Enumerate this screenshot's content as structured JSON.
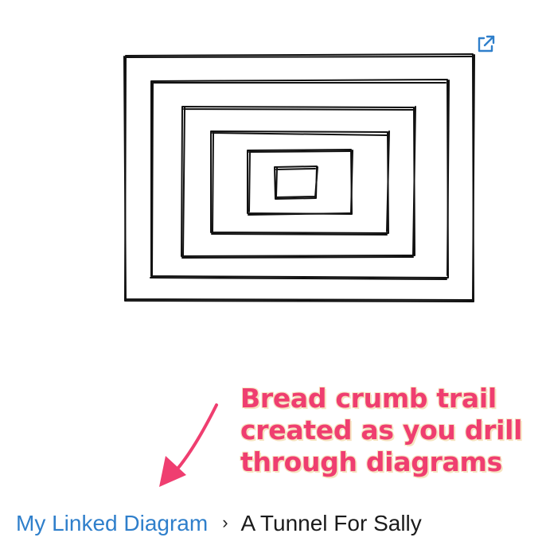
{
  "diagram": {
    "open_link_icon": "external-link-icon",
    "stroke_color": "#111111"
  },
  "callout": {
    "lines": [
      "Bread crumb trail",
      "created as you drill",
      "through diagrams"
    ],
    "color": "#ef3e70",
    "arrow_icon": "arrow-down-left-icon"
  },
  "breadcrumb": {
    "items": [
      {
        "label": "My Linked Diagram"
      },
      {
        "label": "A Tunnel For Sally"
      }
    ],
    "separator": "›",
    "link_color": "#2f7fcb"
  }
}
